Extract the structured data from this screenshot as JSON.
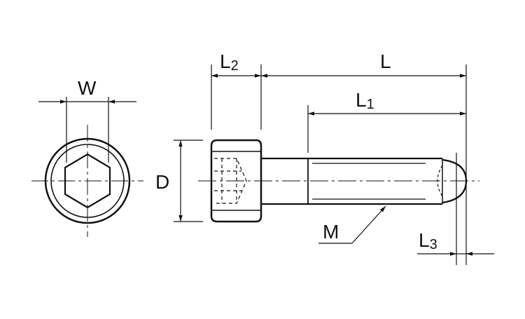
{
  "labels": {
    "width": {
      "main": "W"
    },
    "length_total": {
      "main": "L"
    },
    "length_head": {
      "main": "L",
      "sub": "2"
    },
    "length_thread": {
      "main": "L",
      "sub": "1"
    },
    "length_point": {
      "main": "L",
      "sub": "3"
    },
    "diameter": {
      "main": "D"
    },
    "thread_size": {
      "main": "M"
    }
  },
  "colors": {
    "line": "#111111",
    "background": "#ffffff"
  }
}
